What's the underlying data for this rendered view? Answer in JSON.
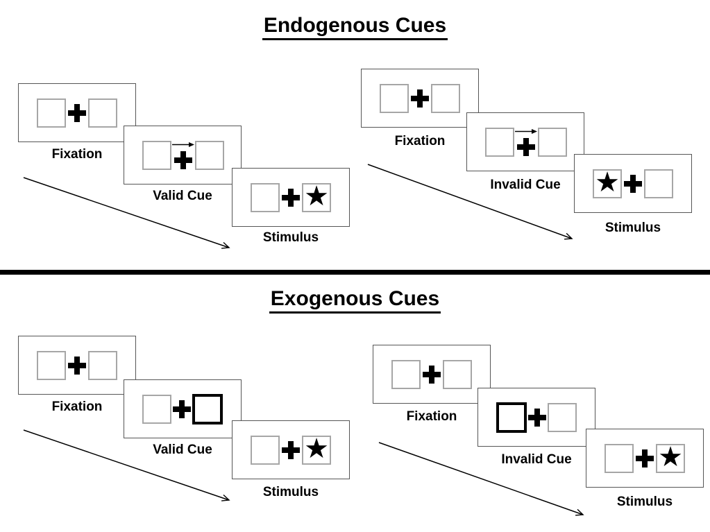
{
  "glyphs": {
    "star": "★"
  },
  "colors": {
    "background": "#ffffff",
    "ink": "#000000",
    "panel_border": "#555555",
    "box_border": "#a6a6a6"
  },
  "sections": [
    {
      "title": "Endogenous Cues",
      "sequences": [
        {
          "type": "valid",
          "cue_style": "central arrow pointing right above fixation cross",
          "stimulus_side": "right",
          "labels": {
            "fixation": "Fixation",
            "cue": "Valid Cue",
            "stimulus": "Stimulus"
          }
        },
        {
          "type": "invalid",
          "cue_style": "central arrow pointing right above fixation cross",
          "stimulus_side": "left",
          "labels": {
            "fixation": "Fixation",
            "cue": "Invalid Cue",
            "stimulus": "Stimulus"
          }
        }
      ]
    },
    {
      "title": "Exogenous Cues",
      "sequences": [
        {
          "type": "valid",
          "cue_style": "right peripheral box highlighted with thick black border",
          "stimulus_side": "right",
          "labels": {
            "fixation": "Fixation",
            "cue": "Valid Cue",
            "stimulus": "Stimulus"
          }
        },
        {
          "type": "invalid",
          "cue_style": "left peripheral box highlighted with thick black border",
          "stimulus_side": "right",
          "labels": {
            "fixation": "Fixation",
            "cue": "Invalid Cue",
            "stimulus": "Stimulus"
          }
        }
      ]
    }
  ]
}
